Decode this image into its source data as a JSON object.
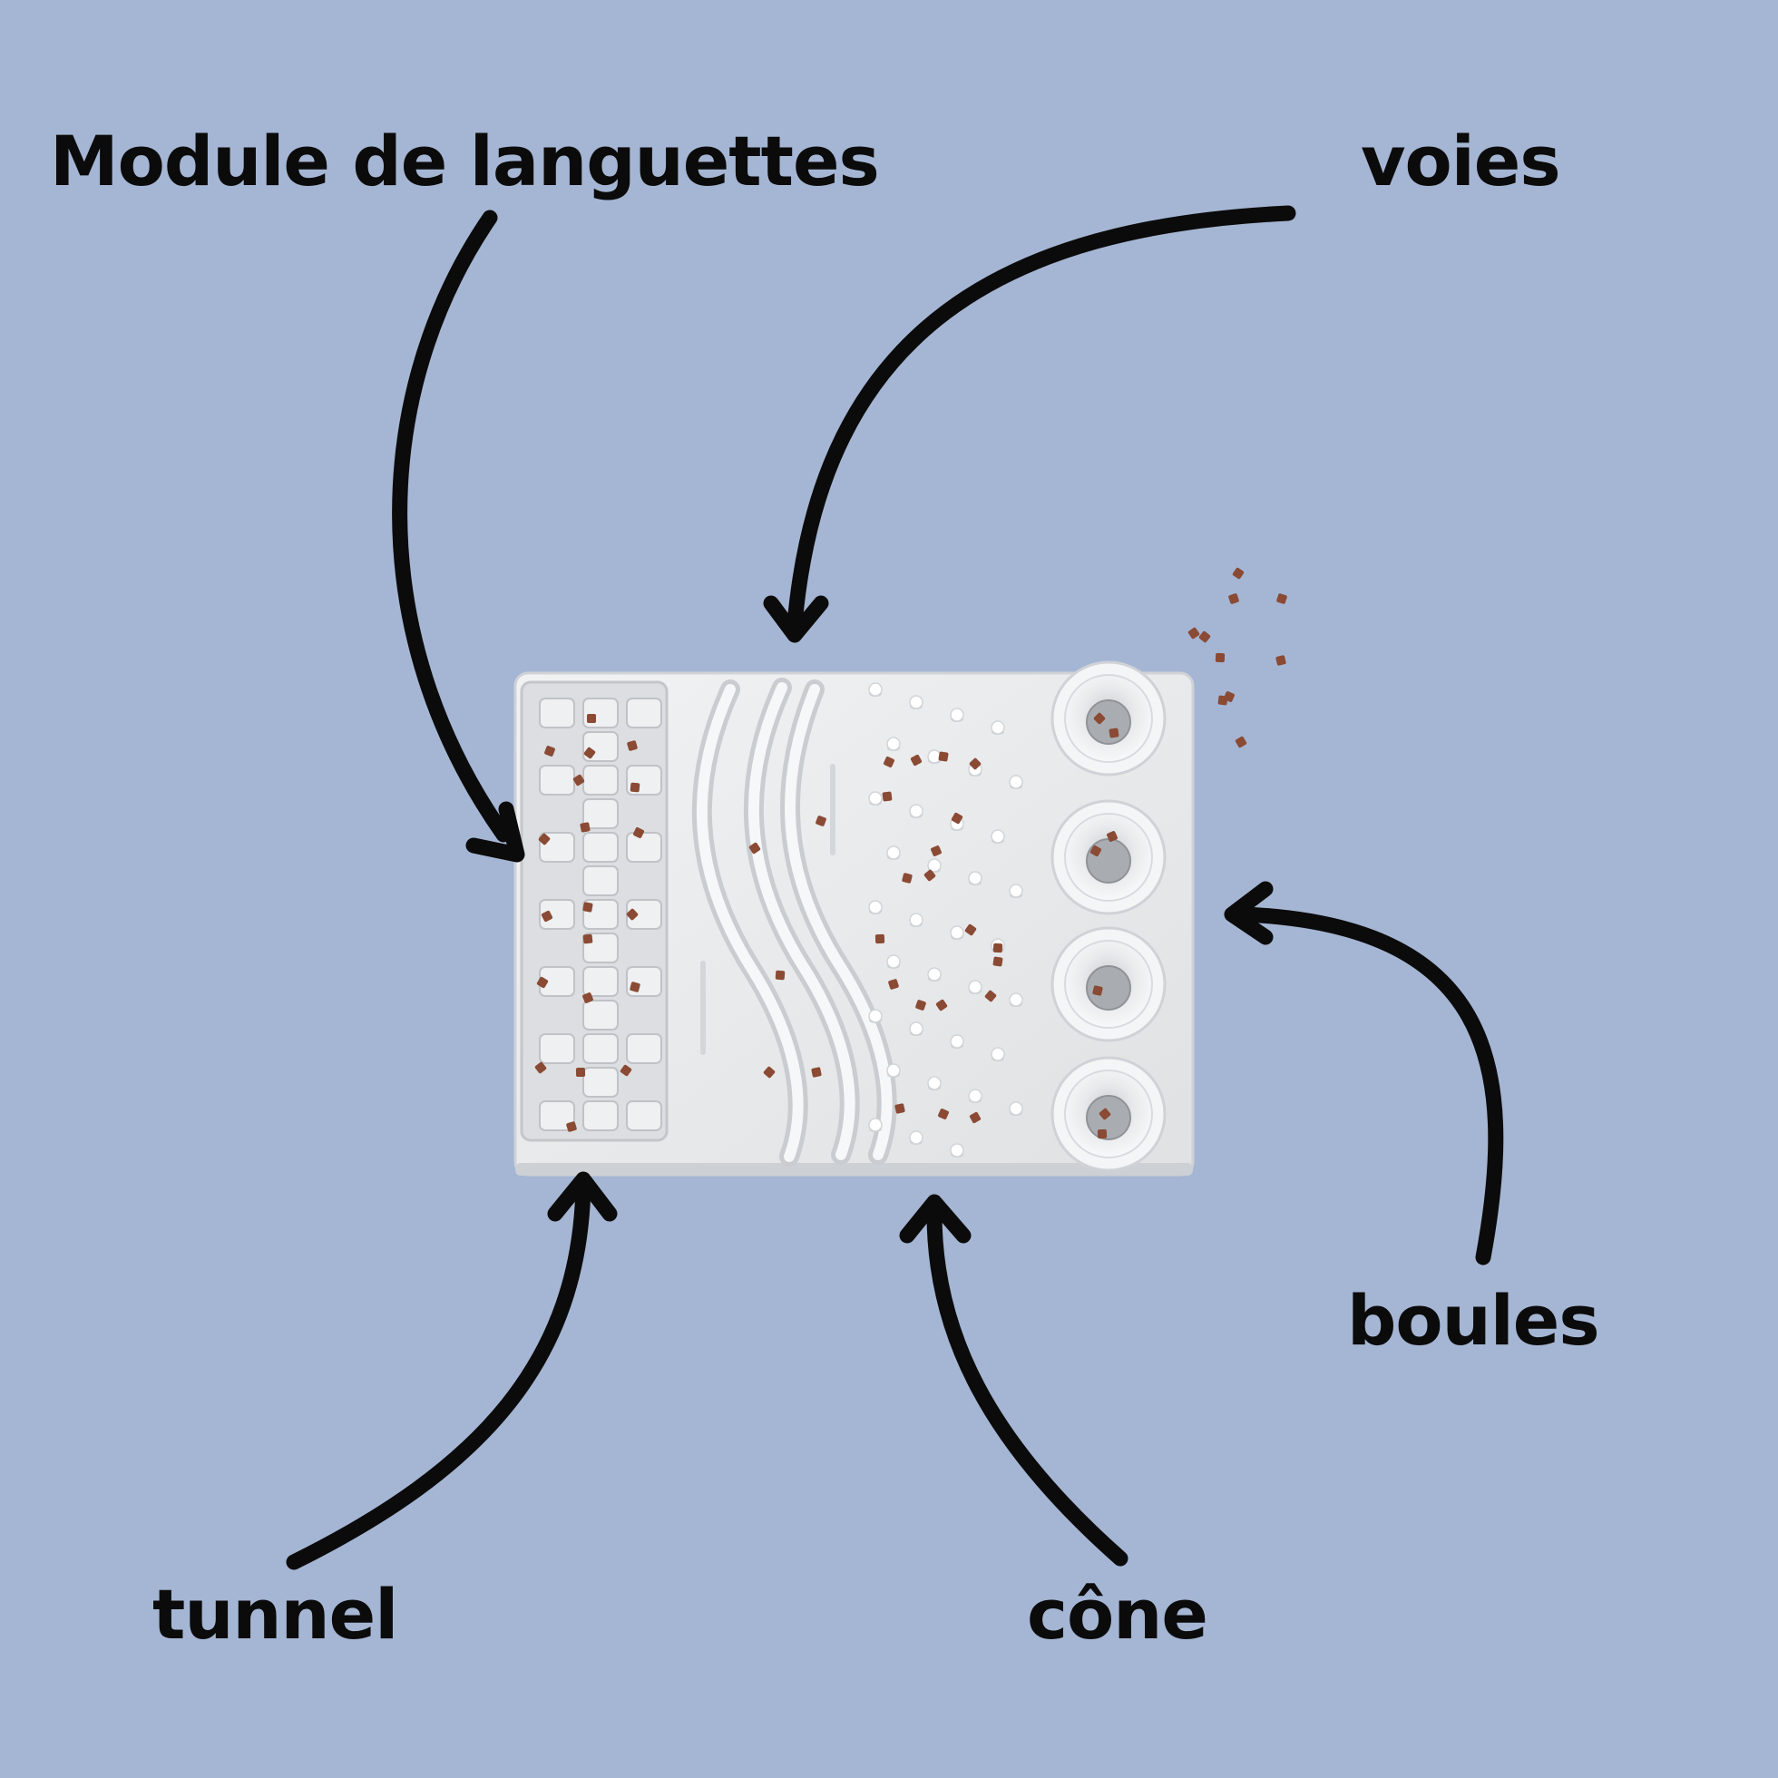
{
  "labels": {
    "module": "Module de languettes",
    "voies": "voies",
    "boules": "boules",
    "tunnel": "tunnel",
    "cone": "cône"
  },
  "colors": {
    "background": "#a5b6d4",
    "arrow": "#0b0b0b",
    "board": "#e9eaeb",
    "kibble": "#8a4a34"
  }
}
